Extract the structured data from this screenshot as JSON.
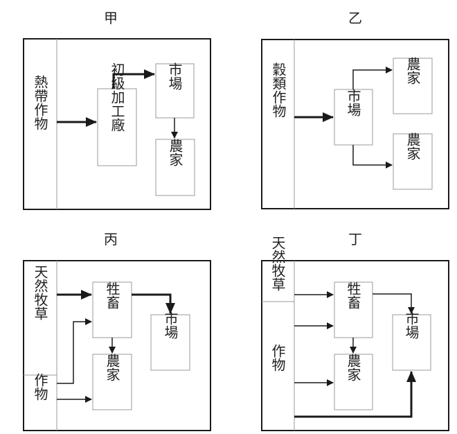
{
  "panels": {
    "jia": {
      "title": "甲",
      "input": "熱帶作物",
      "factory": "初級加工廠",
      "market": "市場",
      "farm": "農家"
    },
    "yi": {
      "title": "乙",
      "input": "穀類作物",
      "market": "市場",
      "farm1": "農家",
      "farm2": "農家"
    },
    "bing": {
      "title": "丙",
      "input1": "天然牧草",
      "input2": "作物",
      "livestock": "牲畜",
      "farm": "農家",
      "market": "市場"
    },
    "ding": {
      "title": "丁",
      "input1": "天然牧草",
      "input2": "作物",
      "livestock": "牲畜",
      "farm": "農家",
      "market": "市場"
    }
  },
  "colors": {
    "frame": "#1a1a1a",
    "box": "#9a9a9a",
    "arrow": "#1a1a1a",
    "divider": "#9a9a9a"
  }
}
